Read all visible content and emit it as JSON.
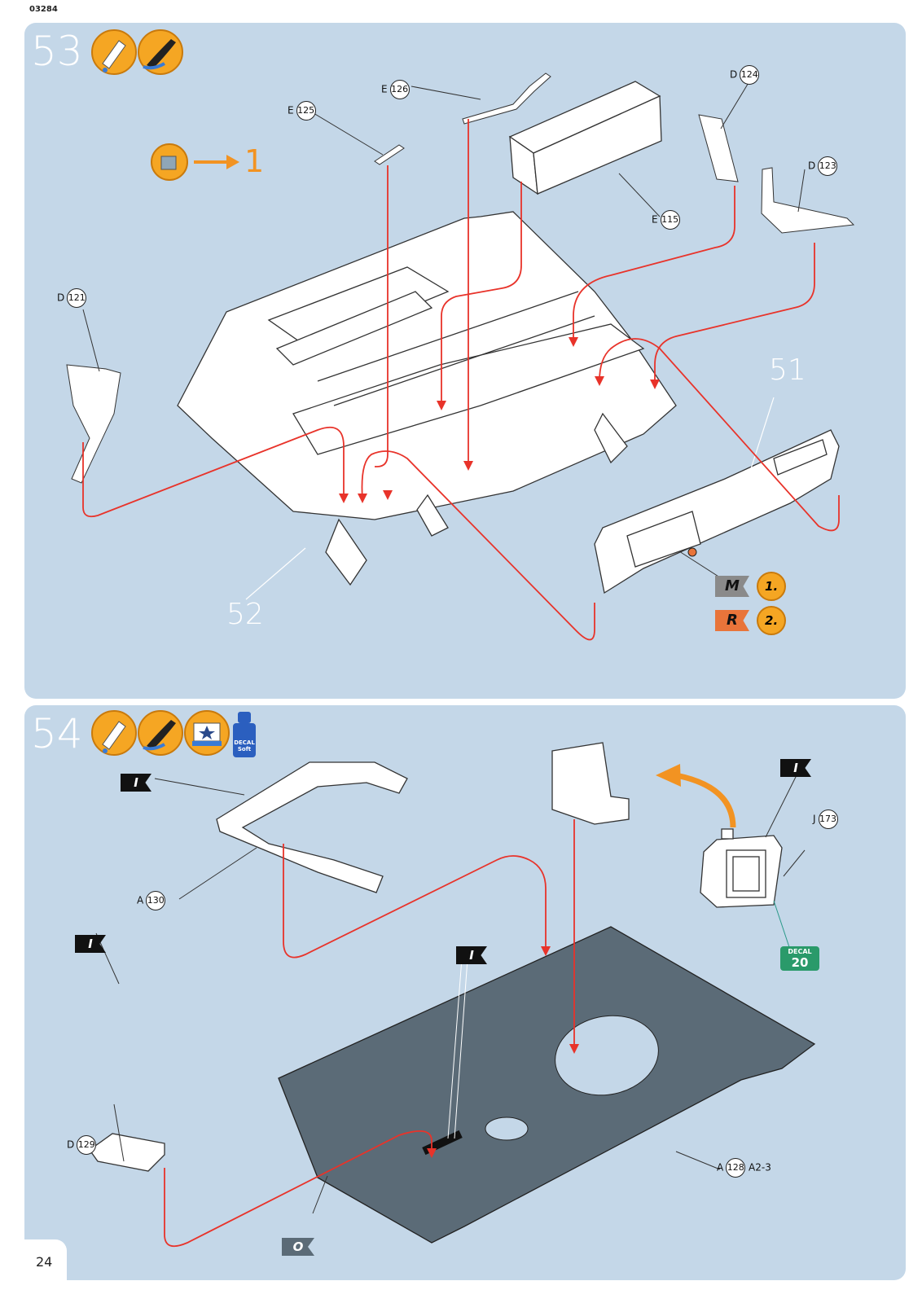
{
  "header_code": "03284",
  "page_number": "24",
  "step53": {
    "number": "53",
    "icons": [
      "glue-icon",
      "paint-icon"
    ],
    "sub_arrow_target": "1",
    "labels": {
      "e126": {
        "letter": "E",
        "num": "126"
      },
      "e125": {
        "letter": "E",
        "num": "125"
      },
      "e115": {
        "letter": "E",
        "num": "115"
      },
      "d124": {
        "letter": "D",
        "num": "124"
      },
      "d123": {
        "letter": "D",
        "num": "123"
      },
      "d121": {
        "letter": "D",
        "num": "121"
      }
    },
    "assembly_51": "51",
    "assembly_52": "52",
    "paints": [
      {
        "code": "M",
        "num": "1.",
        "color": "#8a8a8a"
      },
      {
        "code": "R",
        "num": "2.",
        "color": "#e8743a"
      }
    ]
  },
  "step54": {
    "number": "54",
    "icons": [
      "glue-icon",
      "paint-icon",
      "decal-icon",
      "decal-soft-bottle-icon"
    ],
    "decal_bottle_text": "DECAL",
    "decal_bottle_sub": "Soft",
    "labels": {
      "a130": {
        "letter": "A",
        "num": "130"
      },
      "j173": {
        "letter": "J",
        "num": "173"
      },
      "d129": {
        "letter": "D",
        "num": "129"
      },
      "a128": {
        "letter": "A",
        "num": "128",
        "suffix": "A2-3"
      }
    },
    "flags": [
      "I",
      "I",
      "I",
      "I",
      "O"
    ],
    "decal_badge": {
      "title": "DECAL",
      "num": "20"
    }
  },
  "colors": {
    "panel": "#c4d7e8",
    "guide": "#e8332a",
    "paint_O": "#5b6b77",
    "accent_orange": "#f29322"
  }
}
